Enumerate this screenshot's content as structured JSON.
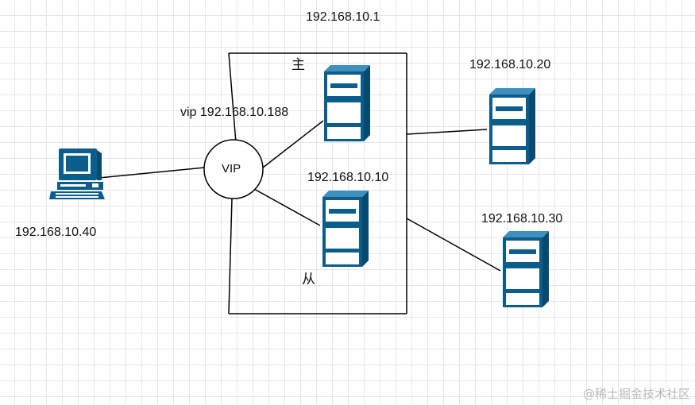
{
  "labels": {
    "top_gateway": "192.168.10.1",
    "master": "主",
    "slave": "从",
    "vip": "vip 192.168.10.188",
    "vip_circle": "VIP",
    "slave_ip": "192.168.10.10",
    "server_20": "192.168.10.20",
    "server_30": "192.168.10.30",
    "client": "192.168.10.40"
  },
  "watermark": "@稀土掘金技术社区",
  "colors": {
    "server": "#0b5d8c",
    "server_dark": "#074a70",
    "line": "#000000",
    "grid": "#e6e6e6"
  },
  "icons": {
    "client": "desktop-computer-icon",
    "server": "server-tower-icon"
  }
}
